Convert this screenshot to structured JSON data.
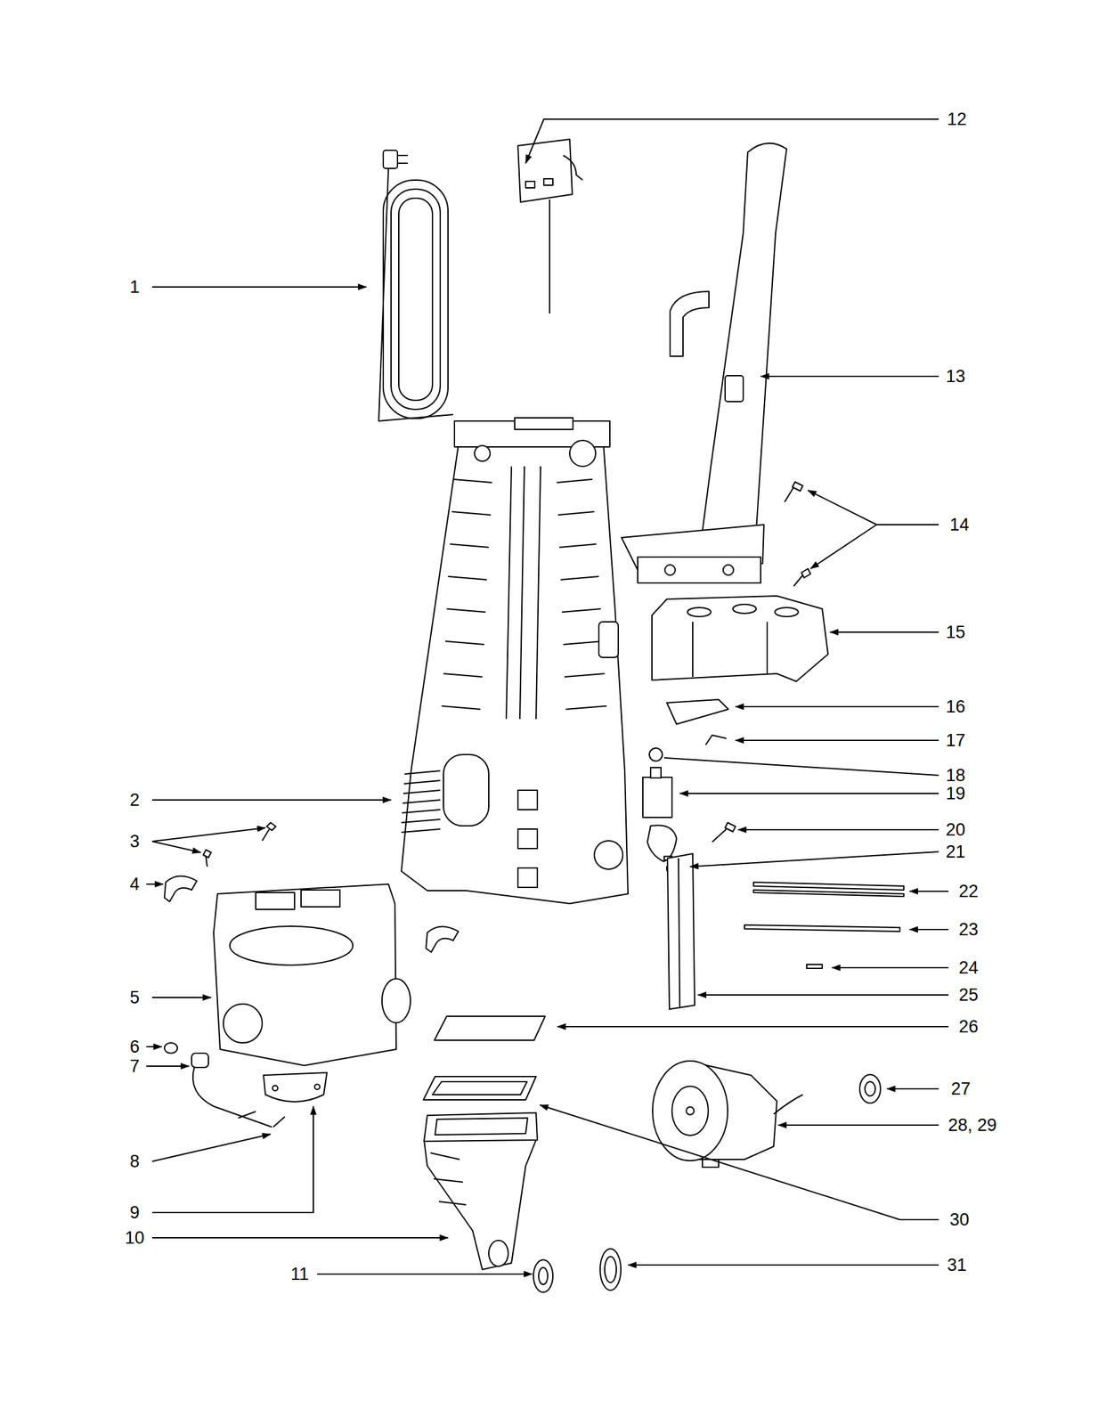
{
  "diagram": {
    "labels": [
      "12",
      "1",
      "13",
      "14",
      "15",
      "16",
      "17",
      "2",
      "18",
      "19",
      "3",
      "20",
      "21",
      "4",
      "22",
      "23",
      "24",
      "5",
      "25",
      "26",
      "6",
      "7",
      "27",
      "28, 29",
      "8",
      "9",
      "30",
      "10",
      "11",
      "31"
    ]
  }
}
